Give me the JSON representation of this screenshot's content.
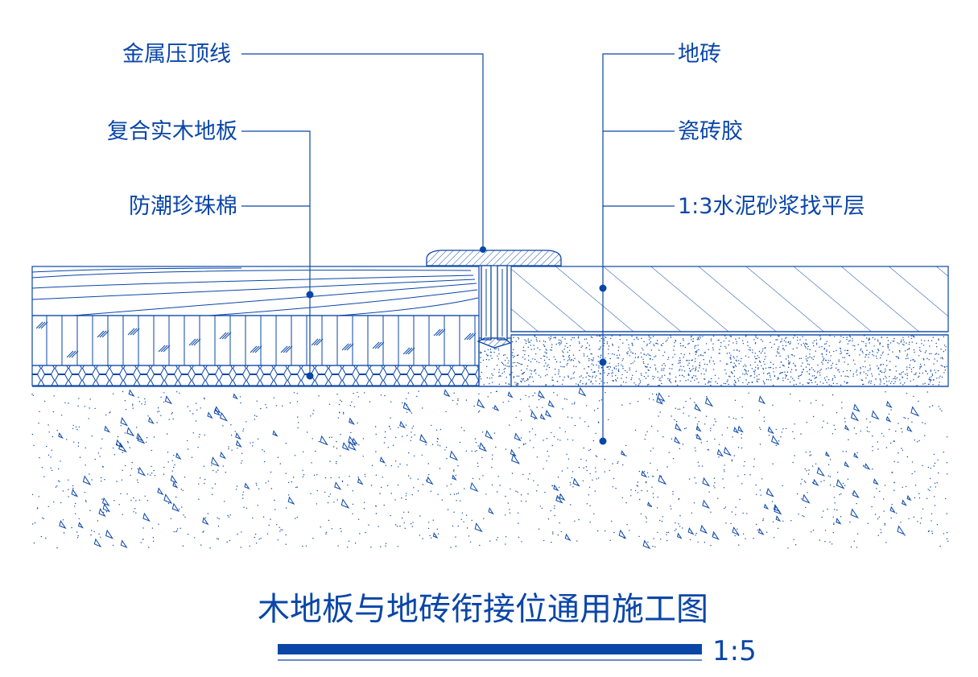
{
  "labels": {
    "metal_trim": "金属压顶线",
    "composite_wood_floor": "复合实木地板",
    "moisture_foam": "防潮珍珠棉",
    "floor_tile": "地砖",
    "tile_adhesive": "瓷砖胶",
    "screed_layer": "1:3水泥砂浆找平层"
  },
  "title": "木地板与地砖衔接位通用施工图",
  "scale": "1:5",
  "colors": {
    "line": "#0a46a8",
    "bar": "#0a46a8"
  }
}
